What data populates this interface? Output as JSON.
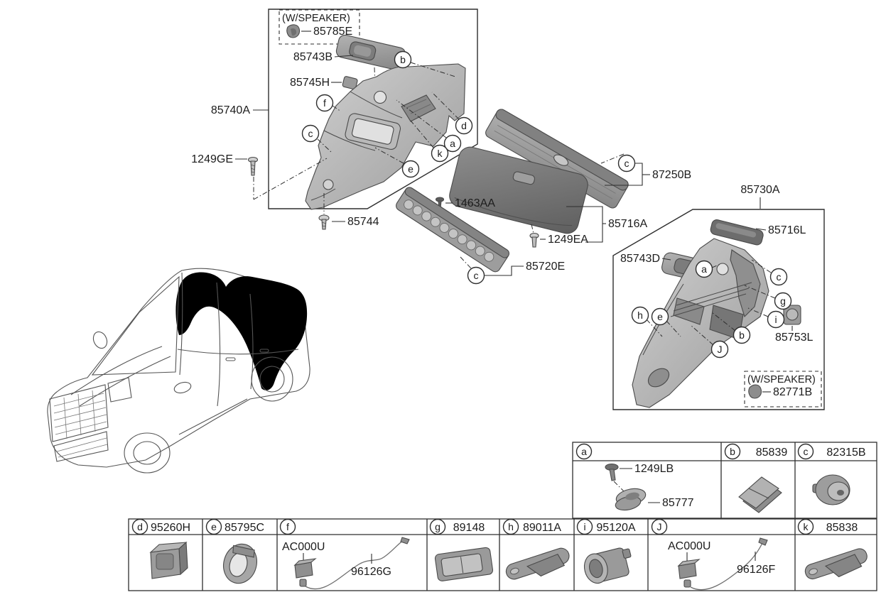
{
  "callouts": {
    "a": "a",
    "b": "b",
    "c": "c",
    "d": "d",
    "e": "e",
    "f": "f",
    "g": "g",
    "h": "h",
    "i": "i",
    "J": "J",
    "k": "k"
  },
  "diagram": {
    "speaker_box_top": {
      "title": "(W/SPEAKER)",
      "part": "85785E"
    },
    "speaker_box_right": {
      "title": "(W/SPEAKER)",
      "part": "82771B"
    },
    "labels": {
      "l85740A": "85740A",
      "l85743B": "85743B",
      "l85745H": "85745H",
      "l1249GE": "1249GE",
      "l85744": "85744",
      "l1463AA": "1463AA",
      "l1249EA": "1249EA",
      "l85716A": "85716A",
      "l85720E": "85720E",
      "l87250B": "87250B",
      "l85730A": "85730A",
      "l85716L": "85716L",
      "l85743D": "85743D",
      "l85753L": "85753L"
    }
  },
  "table": {
    "top_row": {
      "a": {
        "letter": "a",
        "screw_label": "1249LB",
        "grommet_label": "85777"
      },
      "b": {
        "letter": "b",
        "part": "85839"
      },
      "c": {
        "letter": "c",
        "part": "82315B"
      }
    },
    "bottom_row": {
      "d": {
        "letter": "d",
        "part": "95260H"
      },
      "e": {
        "letter": "e",
        "part": "85795C"
      },
      "f": {
        "letter": "f",
        "connector": "AC000U",
        "wire": "96126G"
      },
      "g": {
        "letter": "g",
        "part": "89148"
      },
      "h": {
        "letter": "h",
        "part": "89011A"
      },
      "i": {
        "letter": "i",
        "part": "95120A"
      },
      "J": {
        "letter": "J",
        "connector": "AC000U",
        "wire": "96126F"
      },
      "k": {
        "letter": "k",
        "part": "85838"
      }
    }
  },
  "colors": {
    "line": "#2e2e2e",
    "part_light": "#c9c9c9",
    "part_mid": "#a2a2a2",
    "part_dark": "#6f6f6f",
    "highlight": "#000000"
  }
}
